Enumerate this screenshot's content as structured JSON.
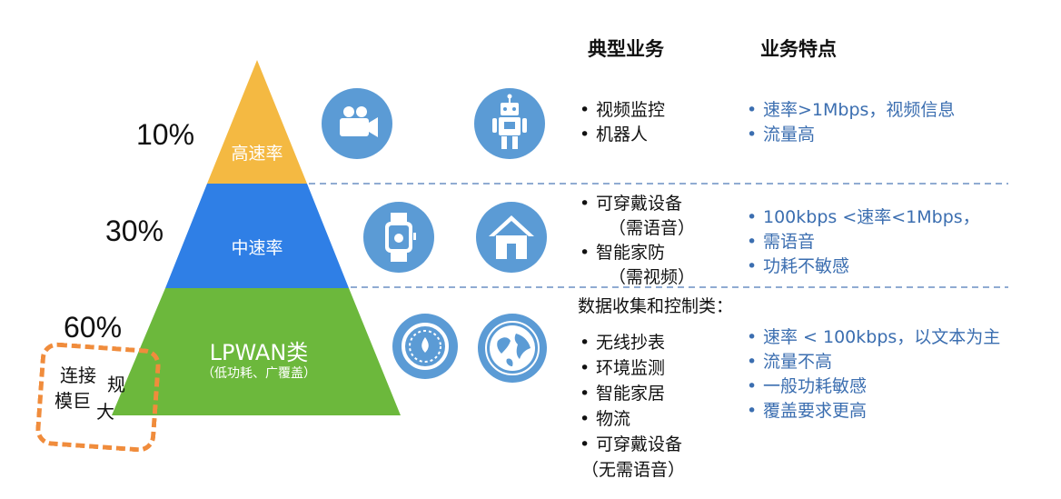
{
  "tiers": [
    {
      "percent": "10%",
      "label": "高速率",
      "color": "#f4b942"
    },
    {
      "percent": "30%",
      "label": "中速率",
      "color": "#2f7fe6"
    },
    {
      "percent": "60%",
      "label": "LPWAN类",
      "sublabel": "（低功耗、广覆盖）",
      "color": "#6cb83c"
    }
  ],
  "scale_note": {
    "line1": "连接",
    "char2": "规",
    "line2": "模巨",
    "char3": "大"
  },
  "headers": {
    "business": "典型业务",
    "features": "业务特点"
  },
  "rows": [
    {
      "icons": [
        "video-camera-icon",
        "robot-icon"
      ],
      "business": [
        "视频监控",
        "机器人"
      ],
      "features": [
        "速率>1Mbps，视频信息",
        "流量高"
      ]
    },
    {
      "icons": [
        "smartwatch-icon",
        "house-icon"
      ],
      "business": [
        "可穿戴设备",
        "（需语音）",
        "智能家防",
        "（需视频）"
      ],
      "features": [
        "100kbps <速率<1Mbps，",
        "需语音",
        "功耗不敏感"
      ]
    },
    {
      "icons": [
        "gauge-meter-icon",
        "globe-icon"
      ],
      "category": "数据收集和控制类：",
      "business": [
        "无线抄表",
        "环境监测",
        "智能家居",
        "物流",
        "可穿戴设备",
        "（无需语音）"
      ],
      "features": [
        "速率 < 100kbps，以文本为主",
        "流量不高",
        "一般功耗敏感",
        "覆盖要求更高"
      ]
    }
  ],
  "colors": {
    "icon_bg": "#5b9bd5",
    "feature_text": "#3b6eb0",
    "dash": "#6b8fc4",
    "box": "#f08c3c"
  }
}
